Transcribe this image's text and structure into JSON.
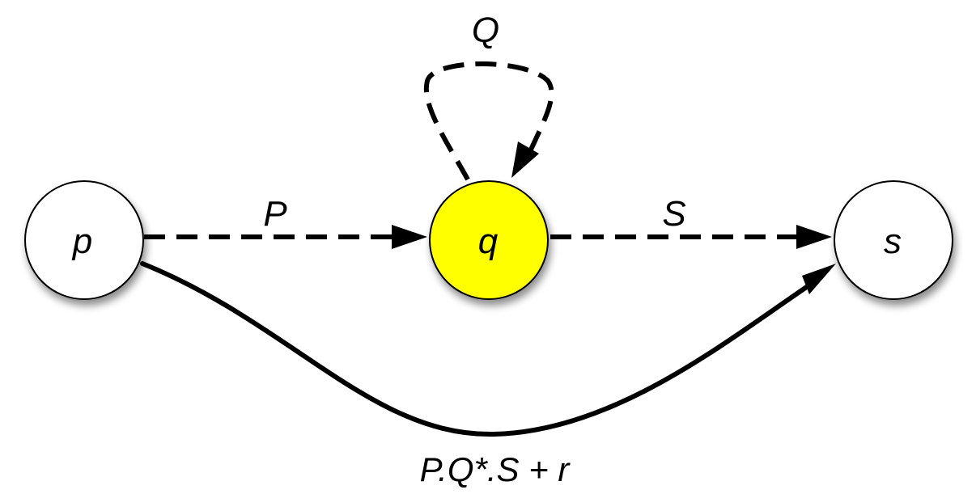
{
  "colors": {
    "node_default": "#ffffff",
    "node_highlight": "#ffff00",
    "stroke": "#000000"
  },
  "nodes": {
    "p": {
      "label": "p",
      "highlighted": false
    },
    "q": {
      "label": "q",
      "highlighted": true
    },
    "s": {
      "label": "s",
      "highlighted": false
    }
  },
  "edges": {
    "p_to_q": {
      "label": "P",
      "style": "dashed"
    },
    "q_loop": {
      "label": "Q",
      "style": "dashed"
    },
    "q_to_s": {
      "label": "S",
      "style": "dashed"
    },
    "p_to_s": {
      "label": "P.Q*.S + r",
      "style": "solid"
    }
  }
}
